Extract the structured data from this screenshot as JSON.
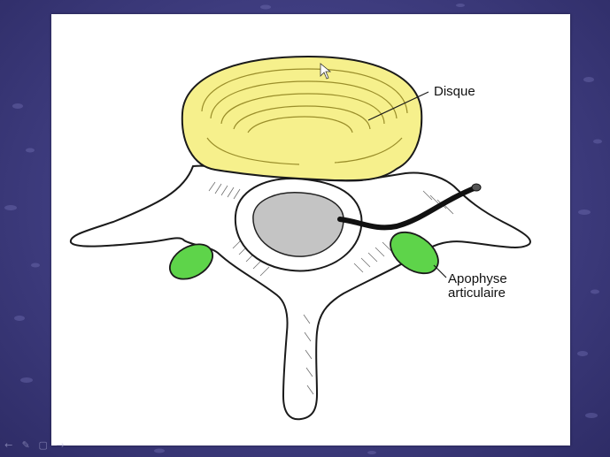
{
  "diagram": {
    "labels": {
      "disc": "Disque",
      "articular_process": [
        "Apophyse",
        "articulaire"
      ]
    },
    "colors": {
      "background": "#3c3a78",
      "slide": "#ffffff",
      "disc": "#f6f08c",
      "spinal_canal": "#c4c4c4",
      "articular_process": "#5ed44a",
      "nerve": "#111111",
      "outline": "#1a1a1a"
    }
  },
  "nav": {
    "prev_icon": "arrow-left-icon",
    "pen_icon": "pen-icon",
    "menu_icon": "menu-icon",
    "next_icon": "arrow-right-icon"
  }
}
